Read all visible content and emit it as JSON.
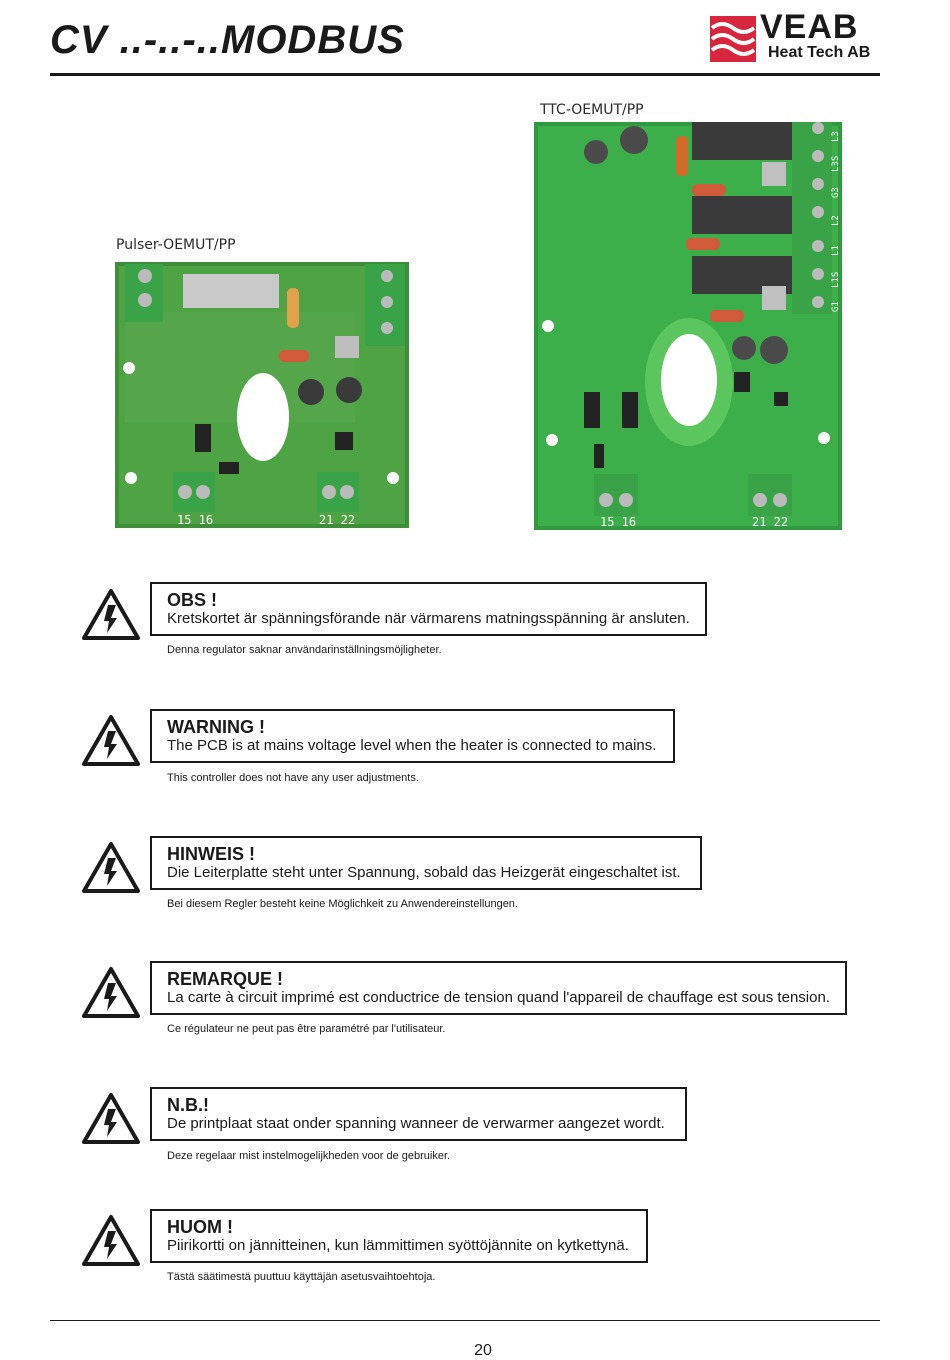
{
  "header": {
    "title": "CV ..-..-..MODBUS",
    "logo": {
      "name": "VEAB",
      "subtitle": "Heat Tech AB",
      "brand_color": "#d7263d"
    }
  },
  "boards": [
    {
      "caption": "Pulser-OEMUT/PP",
      "terminals_left": "15 16",
      "terminals_right": "21 22"
    },
    {
      "caption": "TTC-OEMUT/PP",
      "terminals_left": "15 16",
      "terminals_right": "21 22",
      "side_labels": [
        "L3",
        "L3S",
        "G3",
        "L2",
        "L1",
        "L1S",
        "G1"
      ]
    }
  ],
  "warnings": [
    {
      "heading": "OBS !",
      "text": "Kretskortet är spänningsförande när värmarens matningsspänning är ansluten.",
      "note": "Denna regulator saknar användarinställningsmöjligheter."
    },
    {
      "heading": "WARNING !",
      "text": "The PCB is at mains voltage level when the heater is connected to mains.",
      "note": "This controller does not have any user adjustments."
    },
    {
      "heading": "HINWEIS !",
      "text": "Die Leiterplatte steht unter Spannung, sobald das Heizgerät eingeschaltet ist.",
      "note": "Bei diesem Regler besteht keine Möglichkeit zu Anwendereinstellungen."
    },
    {
      "heading": "REMARQUE !",
      "text": "La carte à circuit imprimé est conductrice de tension quand l'appareil de chauffage est sous tension.",
      "note": "Ce régulateur ne peut pas être paramétré par l'utilisateur."
    },
    {
      "heading": "N.B.!",
      "text": "De printplaat staat onder spanning wanneer de verwarmer aangezet wordt.",
      "note": "Deze regelaar mist instelmogelijkheden voor de gebruiker."
    },
    {
      "heading": "HUOM !",
      "text": "Piirikortti on jännitteinen, kun lämmittimen syöttöjännite on kytkettynä.",
      "note": "Tästä säätimestä puuttuu käyttäjän asetusvaihtoehtoja."
    }
  ],
  "icons": {
    "warning": "electrical-hazard-icon"
  },
  "footer": {
    "page_number": "20"
  }
}
